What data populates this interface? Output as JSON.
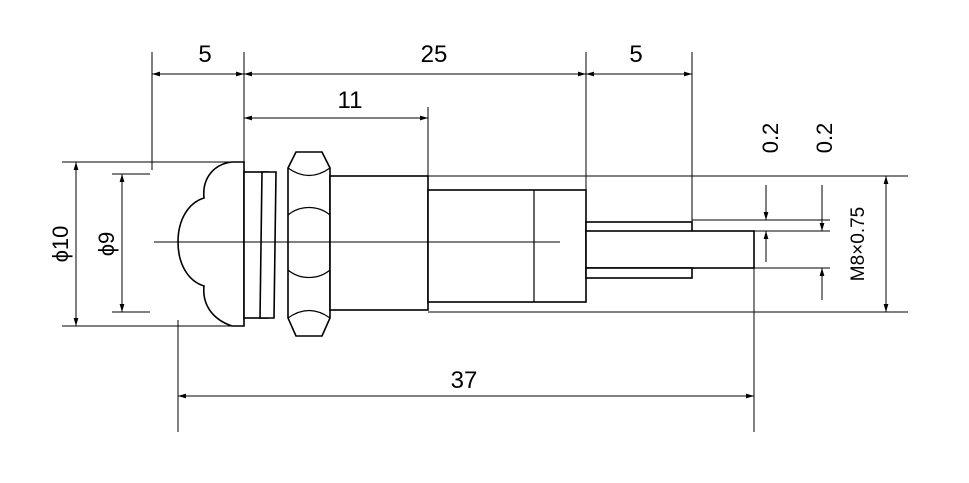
{
  "dimensions": {
    "top_left": "5",
    "top_middle": "25",
    "top_right": "5",
    "inner": "11",
    "overall_length": "37",
    "outer_diameter": "ϕ10",
    "inner_diameter": "ϕ9",
    "pin_gap_1": "0.2",
    "pin_gap_2": "0.2",
    "thread": "M8×0.75"
  }
}
